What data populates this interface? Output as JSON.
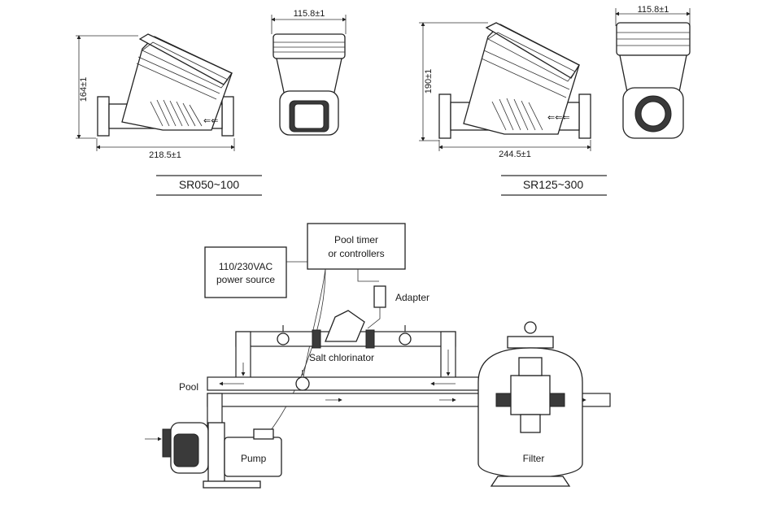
{
  "top_left": {
    "width_side": "218.5±1",
    "height_side": "164±1",
    "width_front": "115.8±1",
    "model": "SR050~100"
  },
  "top_right": {
    "width_side": "244.5±1",
    "height_side": "190±1",
    "width_front": "115.8±1",
    "model": "SR125~300"
  },
  "installation": {
    "controller_box": [
      "Pool timer",
      "or controllers"
    ],
    "power_box": [
      "110/230VAC",
      "power source"
    ],
    "adapter": "Adapter",
    "chlorinator": "Salt chlorinator",
    "pool": "Pool",
    "pump": "Pump",
    "filter": "Filter"
  },
  "colors": {
    "line": "#2a2a2a",
    "dark_fill": "#3a3a3a",
    "background": "#ffffff"
  }
}
